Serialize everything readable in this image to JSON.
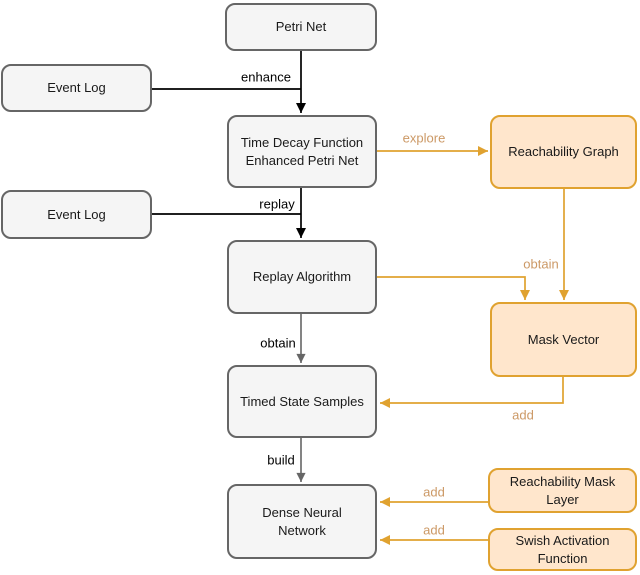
{
  "diagram": {
    "type": "flowchart",
    "background": "#ffffff",
    "colors": {
      "node_fill": "#f5f5f5",
      "node_border": "#666666",
      "accent_node_fill": "#ffe6cc",
      "accent_node_border": "#e0a230",
      "edge_black": "#000000",
      "edge_gray": "#666666",
      "edge_orange": "#e0a230",
      "edge_label_black": "#000000",
      "edge_label_orange": "#cc9966"
    },
    "nodes": {
      "petri_net": {
        "label": "Petri Net",
        "style": "gray"
      },
      "event_log_top": {
        "label": "Event Log",
        "style": "gray"
      },
      "time_decay_petri_net": {
        "label": "Time Decay Function\nEnhanced Petri Net",
        "style": "gray"
      },
      "event_log_bottom": {
        "label": "Event Log",
        "style": "gray"
      },
      "replay_algorithm": {
        "label": "Replay Algorithm",
        "style": "gray"
      },
      "timed_state_samples": {
        "label": "Timed State Samples",
        "style": "gray"
      },
      "dense_neural_network": {
        "label": "Dense Neural\nNetwork",
        "style": "gray"
      },
      "reachability_graph": {
        "label": "Reachability Graph",
        "style": "orange"
      },
      "mask_vector": {
        "label": "Mask Vector",
        "style": "orange"
      },
      "reachability_mask_layer": {
        "label": "Reachability Mask\nLayer",
        "style": "orange"
      },
      "swish_activation_function": {
        "label": "Swish Activation\nFunction",
        "style": "orange"
      }
    },
    "edge_labels": {
      "enhance": "enhance",
      "replay": "replay",
      "obtain_samples": "obtain",
      "build": "build",
      "explore": "explore",
      "obtain_mask": "obtain",
      "add_mask": "add",
      "add_reachability_layer": "add",
      "add_swish": "add"
    },
    "edges": [
      {
        "from": "Petri Net",
        "to": "Time Decay Function Enhanced Petri Net",
        "label": "enhance",
        "color": "black"
      },
      {
        "from": "Event Log",
        "to": "Time Decay Function Enhanced Petri Net",
        "label": "",
        "color": "black"
      },
      {
        "from": "Time Decay Function Enhanced Petri Net",
        "to": "Reachability Graph",
        "label": "explore",
        "color": "orange"
      },
      {
        "from": "Event Log",
        "to": "Replay Algorithm",
        "label": "",
        "color": "black"
      },
      {
        "from": "Time Decay Function Enhanced Petri Net",
        "to": "Replay Algorithm",
        "label": "replay",
        "color": "black"
      },
      {
        "from": "Replay Algorithm",
        "to": "Mask Vector",
        "label": "obtain",
        "color": "orange"
      },
      {
        "from": "Reachability Graph",
        "to": "Mask Vector",
        "label": "obtain",
        "color": "orange"
      },
      {
        "from": "Replay Algorithm",
        "to": "Timed State Samples",
        "label": "obtain",
        "color": "gray"
      },
      {
        "from": "Mask Vector",
        "to": "Timed State Samples",
        "label": "add",
        "color": "orange"
      },
      {
        "from": "Timed State Samples",
        "to": "Dense Neural Network",
        "label": "build",
        "color": "gray"
      },
      {
        "from": "Reachability Mask Layer",
        "to": "Dense Neural Network",
        "label": "add",
        "color": "orange"
      },
      {
        "from": "Swish Activation Function",
        "to": "Dense Neural Network",
        "label": "add",
        "color": "orange"
      }
    ]
  }
}
